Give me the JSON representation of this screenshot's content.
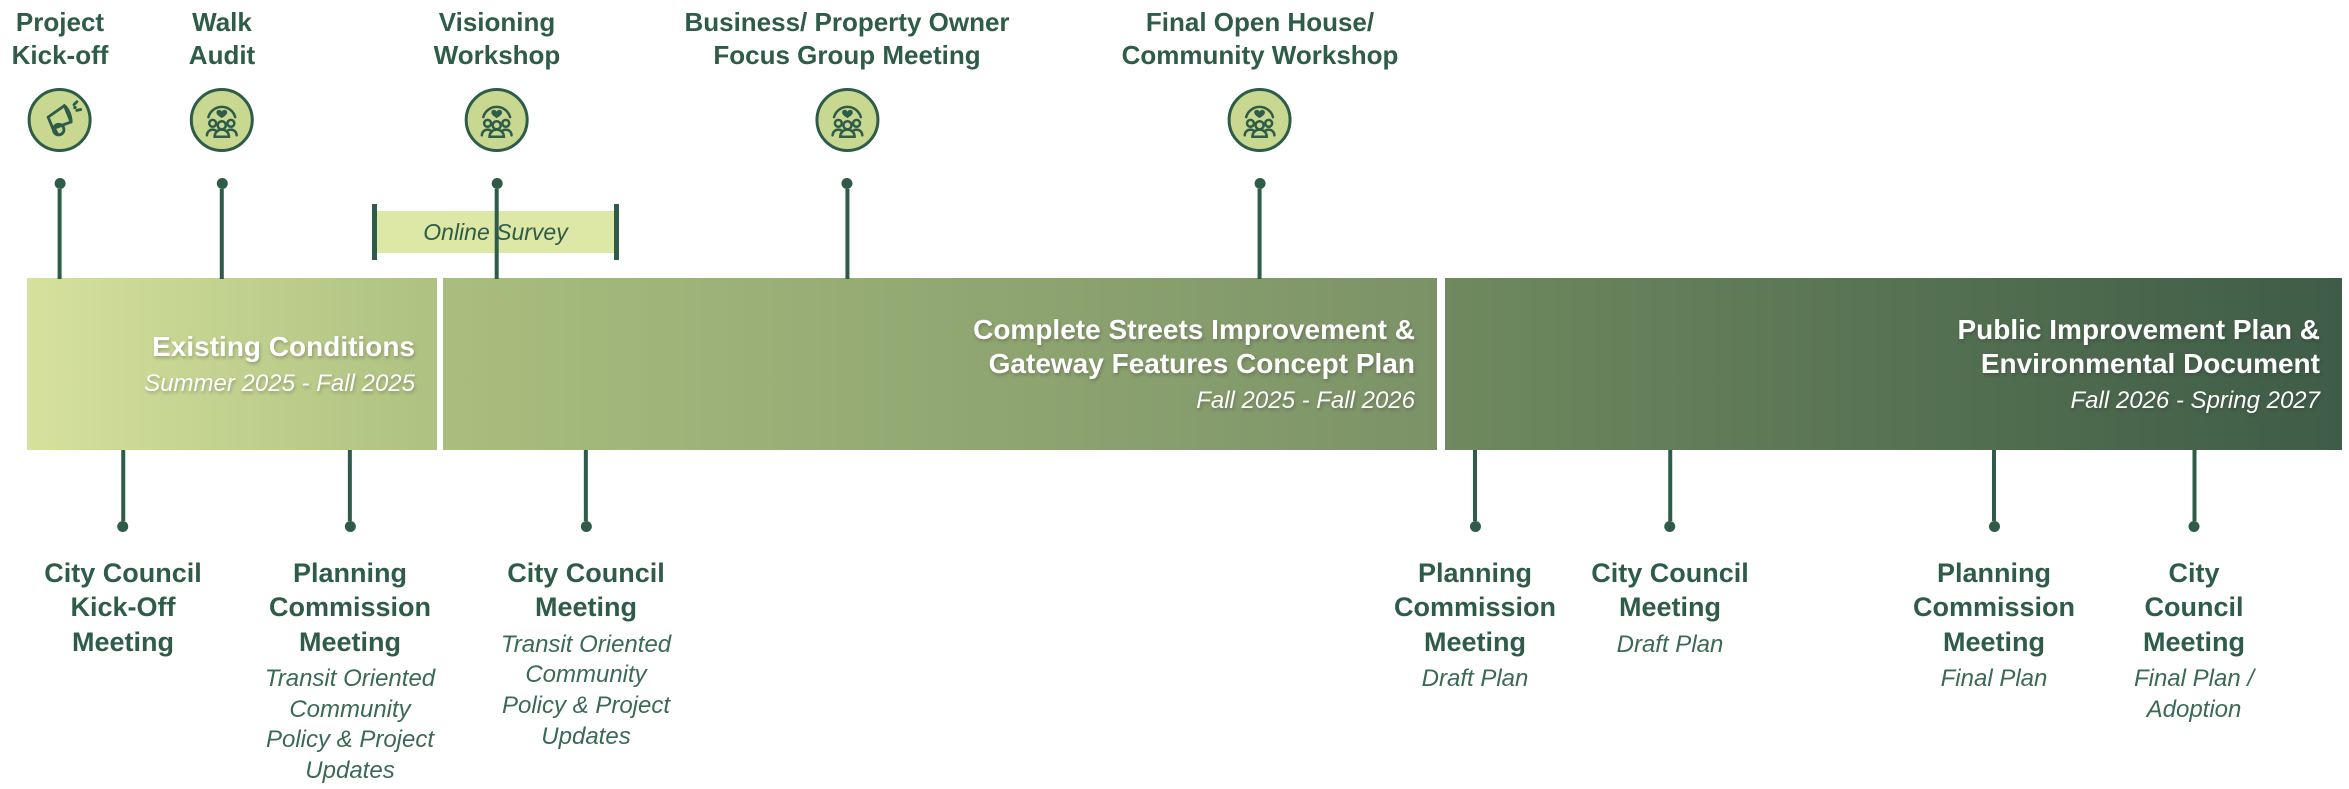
{
  "colors": {
    "dark_green": "#2E5C49",
    "subtitle_green": "#3A6955",
    "icon_circle_fill": "#C9D890",
    "survey_tag_fill": "#DDE7A6",
    "phase1_gradient": [
      "#D6E19D",
      "#ADC181"
    ],
    "phase2_gradient": [
      "#A9BE7E",
      "#7B9267"
    ],
    "phase3_gradient": [
      "#70895F",
      "#3E5C47"
    ],
    "bar_text": "#FFFFFF"
  },
  "milestones": [
    {
      "label": "Project\nKick-off",
      "icon": "megaphone"
    },
    {
      "label": "Walk\nAudit",
      "icon": "community-meeting"
    },
    {
      "label": "Visioning\nWorkshop",
      "icon": "community-meeting"
    },
    {
      "label": "Business/ Property Owner\nFocus Group Meeting",
      "icon": "community-meeting"
    },
    {
      "label": "Final Open House/\nCommunity Workshop",
      "icon": "community-meeting"
    }
  ],
  "survey_tag": {
    "label": "Online Survey"
  },
  "phases": [
    {
      "title": "Existing Conditions",
      "dates": "Summer 2025 - Fall 2025"
    },
    {
      "title": "Complete Streets Improvement &\nGateway Features Concept Plan",
      "dates": "Fall 2025 - Fall 2026"
    },
    {
      "title": "Public Improvement Plan &\nEnvironmental Document",
      "dates": "Fall 2026 - Spring 2027"
    }
  ],
  "events": [
    {
      "title": "City Council\nKick-Off\nMeeting",
      "subtitle": ""
    },
    {
      "title": "Planning\nCommission\nMeeting",
      "subtitle": "Transit Oriented\nCommunity\nPolicy & Project\nUpdates"
    },
    {
      "title": "City Council\nMeeting",
      "subtitle": "Transit Oriented\nCommunity\nPolicy & Project\nUpdates"
    },
    {
      "title": "Planning\nCommission\nMeeting",
      "subtitle": "Draft Plan"
    },
    {
      "title": "City Council\nMeeting",
      "subtitle": "Draft Plan"
    },
    {
      "title": "Planning\nCommission\nMeeting",
      "subtitle": "Final Plan"
    },
    {
      "title": "City Council\nMeeting",
      "subtitle": "Final Plan /\nAdoption"
    }
  ]
}
